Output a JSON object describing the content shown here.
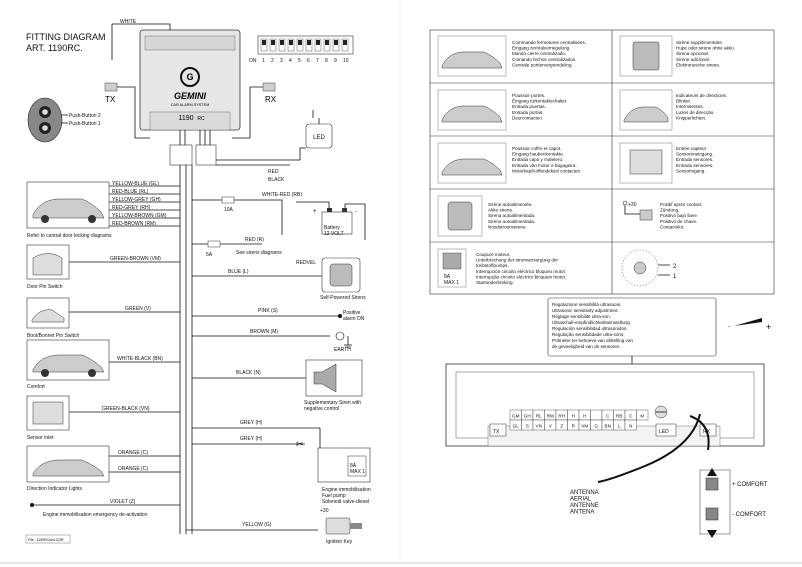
{
  "title_line1": "FITTING DIAGRAM",
  "title_line2": "ART. 1190RC.",
  "brand": "GEMINI",
  "brand_sub": "CAR ALARM SYSTEM",
  "model": "1190",
  "model_suffix": "RC",
  "dip_on": "ON",
  "dip_numbers": [
    "1",
    "2",
    "3",
    "4",
    "5",
    "6",
    "7",
    "8",
    "9",
    "10"
  ],
  "wire_white_top": "WHITE",
  "remote_btn2": "Push-Button 2",
  "remote_btn1": "Push-Button 1",
  "tx": "TX",
  "rx": "RX",
  "led": "LED",
  "wire_red": "RED",
  "wire_black": "BLACK",
  "loom_wires": [
    "YELLOW-BLUE (GL)",
    "RED-BLUE (RL)",
    "YELLOW-GREY (GH)",
    "RED-GREY (RH)",
    "YELLOW-BROWN (GM)",
    "RED-BROWN (RM)"
  ],
  "central_locking_caption": "Refer to central door locking diagrams",
  "wire_white_red": "WHITE-RED (RB)",
  "fuse_10a": "10A",
  "battery_label": "Battery\n12 VOLT",
  "battery_plus": "+",
  "battery_minus": "-",
  "wire_red_r": "RED (R)",
  "fuse_5a": "5A",
  "see_siren": "See sirens diagrams",
  "redvel": "REDVEL",
  "wire_green_brown": "GREEN-BROWN (VM)",
  "wire_blue": "BLUE (L)",
  "door_pin_caption": "Door Pin Switch",
  "self_powered_caption": "Self-Powered Sirens",
  "wire_green": "GREEN (V)",
  "wire_pink": "PINK (S)",
  "positive_alarm": "Positive\nalarm ON",
  "boot_caption": "Boot/Bonnet Pin Switch",
  "wire_brown": "BROWN (M)",
  "earth": "EARTH",
  "wire_white_black": "WHITE-BLACK (BN)",
  "comfort_caption": "Comfort",
  "wire_black_n": "BLACK (N)",
  "supp_siren_caption": "Supplementary Siren with\nnegative control",
  "wire_green_black": "GREEN-BLACK (VN)",
  "sensor_caption": "Sensor inlet",
  "wire_grey1": "GREY (H)",
  "wire_grey2": "GREY (H)",
  "wire_orange1": "ORANGE (C)",
  "wire_orange2": "ORANGE (C)",
  "direction_caption": "Direction Indicator Lights",
  "relay_8a": "8A\nMAX 1",
  "immob_caption": "Engine immobilisation\nFuel pump\nSolenoid valve-diesel",
  "wire_violet": "VIOLET (Z)",
  "emergency_caption": "Engine immobilisation emergency de-activation",
  "wire_yellow": "YELLOW (G)",
  "plus30": "+30",
  "ignition_caption": "Ignition Key",
  "file_ref": "File : 1190RCun4.CDR",
  "legend": [
    {
      "text": "Commande fermetures centralisées.\nEingang zentralverriegelung.\nMando cierre centralizado.\nComando fechos centralizados.\nCentrale portiervergrendeling."
    },
    {
      "text": "Sirène supplémentaire.\nHupe oder sirene ohne akku.\nSirena opcional.\nSirene adicional.\nElektronesche sirene."
    },
    {
      "text": "Poussoir portes.\nEingang türkontaktschalter.\nEntrada puertas.\nEntrada portas.\nDeurcontacten."
    },
    {
      "text": "Indicateurs de directions.\nBlinker.\nIntermitentes.\nLuzes de direcção.\nKnipperlichten."
    },
    {
      "text": "Poussoir coffre et capot.\nEingang haubenkontakte.\nEntrada capó y maletero.\nEntrada vão motor e bagageira.\nMotorkap/Koffendeksel contacten."
    },
    {
      "text": "Entrée capteur.\nSensoreneingang.\nEntrada sensores.\nEntrada sensores.\nSensoringang."
    },
    {
      "text": "Sirène autoalimentée.\nAkku sirene.\nSirena autoalimentada.\nSirene autoalimentada.\nNoodstroomsirene."
    },
    {
      "text": "Positif après contact.\nZündung.\nPositivo bajo llave.\nPositivo de chave.\nContactslot."
    },
    {
      "text": "Coupure moteur.\nUnterbrechung der stromversorgung der\ntreibstoffpumps.\nInterrupción circuito eléctrico bloqueo motor.\nInterrupção circuito eléctrico bloqueio motor.\nStartonderbreking."
    },
    {
      "text": ""
    }
  ],
  "legend_8a": "8A\nMAX 1",
  "legend_plus30": "+30",
  "legend_num2": "2",
  "legend_num1": "1",
  "sens_note": "Regolazione sensibilità ultrasuoni.\nUltrasonic sensitivity adjustment.\nRéglage sensibilité ultra-son.\nUltraschall-empfindlichkeitseinstellung.\nRegulación sensibilidad ultrasonidos.\nRegulação sensibilidade ultra-sons.\nPotmeter ter behoeve van afstelling van\nde gevoeligheid van de sensoren.",
  "sens_minus": "-",
  "sens_plus": "+",
  "conn_top": [
    "GM",
    "GH",
    "RL",
    "RM",
    "RH",
    "H",
    "H",
    "",
    "C",
    "RB",
    "C",
    "M"
  ],
  "conn_bottom": [
    "GL",
    "S",
    "VN",
    "V",
    "Z",
    "R",
    "VM",
    "G",
    "BN",
    "L",
    "N"
  ],
  "pcb_tx": "TX",
  "pcb_led": "LED",
  "pcb_rx": "RX",
  "antenna_labels": "ANTENNA\nAERIAL\nANTENNE\nANTENA",
  "comfort_plus": "+ COMFORT",
  "comfort_minus": "- COMFORT"
}
